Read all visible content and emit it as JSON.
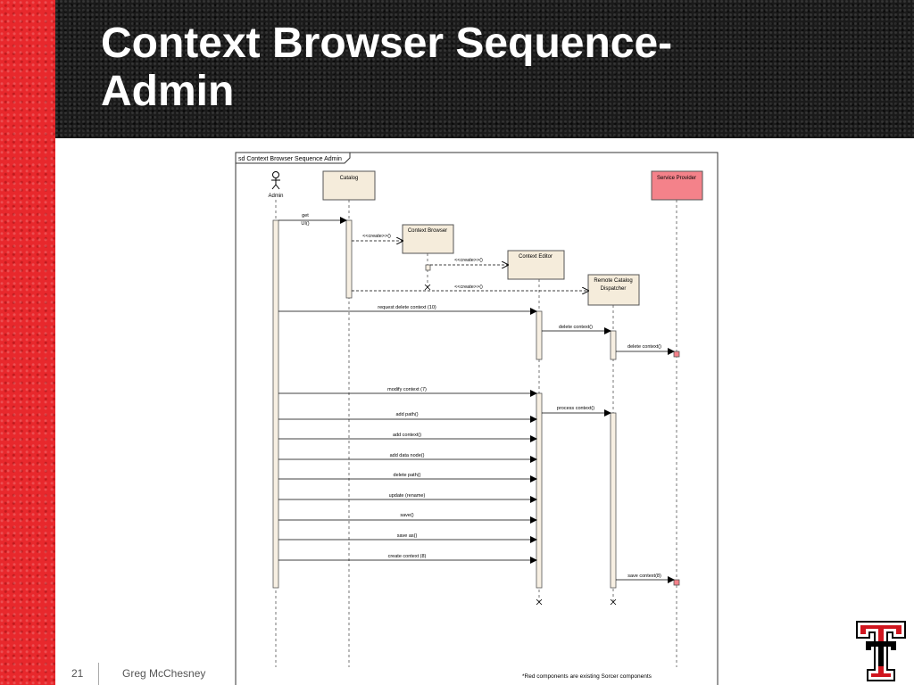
{
  "slide": {
    "title_line1": "Context Browser Sequence-",
    "title_line2": "Admin",
    "page_number": "21",
    "author": "Greg McChesney"
  },
  "diagram": {
    "frame_label": "sd Context Browser Sequence Admin",
    "note": "*Red components are existing Sorcer components",
    "actor": "Admin",
    "lifelines": {
      "catalog": "Catalog",
      "service_provider": "Service Provider",
      "context_browser": "Context Browser",
      "context_editor": "Context Editor",
      "remote_catalog_line1": "Remote Catalog",
      "remote_catalog_line2": "Dispatcher"
    },
    "messages": {
      "get_ui_line1": "get",
      "get_ui_line2": "UI()",
      "create1": "<<create>>()",
      "create2": "<<create>>()",
      "create3": "<<create>>()",
      "request_delete": "request delete context (10)",
      "delete_context1": "delete context()",
      "delete_context2": "delete context()",
      "modify_context": "modify context (7)",
      "process_context": "process context()",
      "add_path": "add path()",
      "add_context": "add context()",
      "add_data_node": "add data node()",
      "delete_path": "delete path()",
      "update_rename": "update (rename)",
      "save": "save()",
      "save_as": "save as()",
      "create_context": "create context (8)",
      "save_context": "save context(8)"
    },
    "colors": {
      "catalog_fill": "#f5ecdb",
      "service_provider_fill": "#f4828a",
      "activation_fill": "#f7efe2"
    }
  }
}
